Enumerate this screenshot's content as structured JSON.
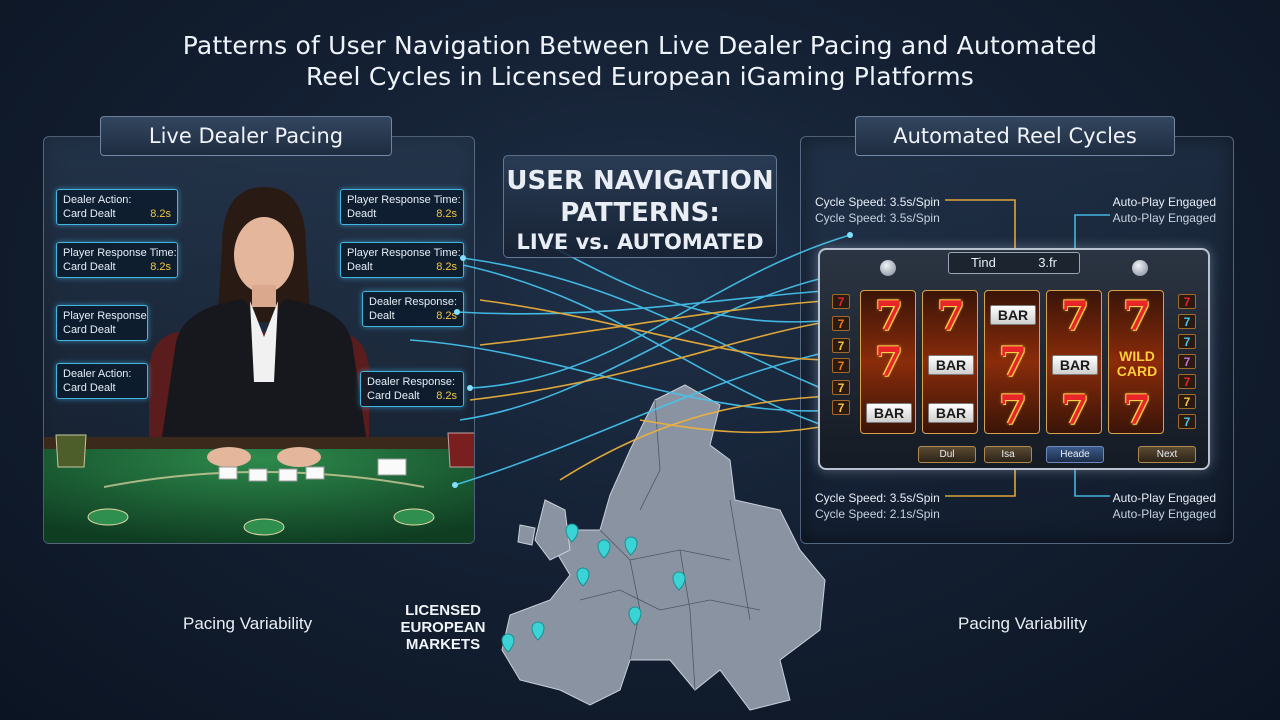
{
  "title": {
    "line1": "Patterns of User Navigation Between Live Dealer Pacing and Automated",
    "line2": "Reel Cycles in Licensed European iGaming Platforms"
  },
  "live_panel": {
    "heading": "Live Dealer Pacing",
    "events_left": [
      {
        "line1": "Dealer Action:",
        "line2": "Card Dealt",
        "value": "8.2s"
      },
      {
        "line1": "Player Response Time:",
        "line2": "Card Dealt",
        "value": "8.2s"
      },
      {
        "line1": "Player Response",
        "line2": "Card Dealt",
        "value": ""
      },
      {
        "line1": "Dealer Action:",
        "line2": "Card Dealt",
        "value": ""
      }
    ],
    "events_right": [
      {
        "line1": "Player Response Time:",
        "line2": "Deadt",
        "value": "8.2s"
      },
      {
        "line1": "Player Response Time:",
        "line2": "Dealt",
        "value": "8.2s"
      },
      {
        "line1": "Dealer Response:",
        "line2": "Dealt",
        "value": "8.2s"
      },
      {
        "line1": "Dealer Response:",
        "line2": "Card Dealt",
        "value": "8.2s"
      }
    ],
    "footer": "Pacing Variability"
  },
  "center": {
    "line1": "USER NAVIGATION",
    "line2": "PATTERNS:",
    "line3": "LIVE vs. AUTOMATED"
  },
  "reel_panel": {
    "heading": "Automated Reel Cycles",
    "notes_top_left": {
      "line1": "Cycle Speed: 3.5s/Spin",
      "line2": "Cycle Speed: 3.5s/Spin"
    },
    "notes_top_right": {
      "line1": "Auto-Play Engaged",
      "line2": "Auto-Play Engaged"
    },
    "notes_bottom_left": {
      "line1": "Cycle Speed: 3.5s/Spin",
      "line2": "Cycle Speed: 2.1s/Spin"
    },
    "notes_bottom_right": {
      "line1": "Auto-Play Engaged",
      "line2": "Auto-Play Engaged"
    },
    "slot": {
      "display_left": "Tind",
      "display_right": "3.fr",
      "reels": [
        [
          "7",
          "7",
          "BAR"
        ],
        [
          "7",
          "BAR",
          "BAR"
        ],
        [
          "BAR",
          "7",
          "7"
        ],
        [
          "7",
          "BAR",
          "7"
        ],
        [
          "7",
          "WILD CARD",
          "7"
        ]
      ],
      "mini_symbol": "7",
      "buttons": [
        "Dul",
        "Isa",
        "Heade",
        "Next"
      ]
    },
    "footer": "Pacing Variability"
  },
  "map": {
    "label_line1": "LICENSED",
    "label_line2": "EUROPEAN",
    "label_line3": "MARKETS"
  },
  "colors": {
    "cyan_flow": "#45c6f2",
    "gold_flow": "#f3b43a",
    "table_felt": "#1f6b3a",
    "accent_value": "#f5c542"
  }
}
